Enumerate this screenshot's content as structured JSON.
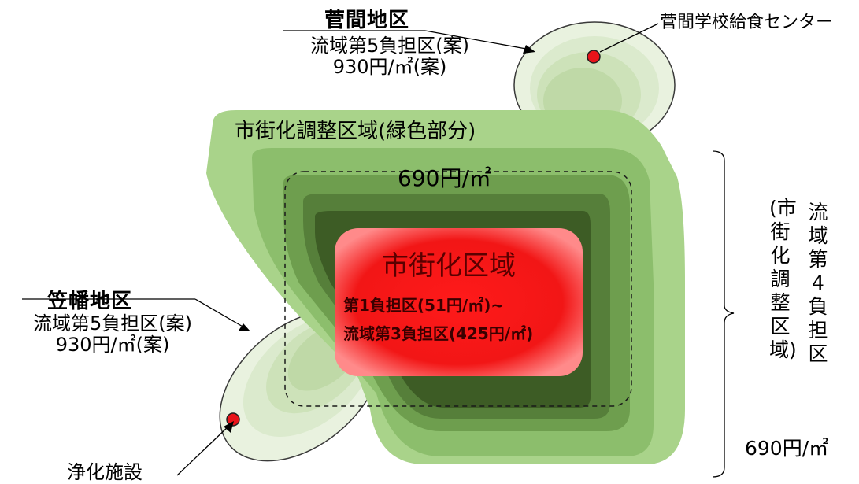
{
  "kanma": {
    "name": "菅間地区",
    "line1": "流域第5負担区(案)",
    "line2": "930円/㎡(案)"
  },
  "school": {
    "name": "菅間学校給食センター"
  },
  "adjustment_label": "市街化調整区域(緑色部分)",
  "inner_price": "690円/㎡",
  "urban": {
    "title": "市街化区域",
    "line1": "第1負担区(51円/㎡)~",
    "line2": "流域第3負担区(425円/㎡)"
  },
  "kasahata": {
    "name": "笠幡地区",
    "line1": "流域第5負担区(案)",
    "line2": "930円/㎡(案)"
  },
  "facility": {
    "name": "浄化施設"
  },
  "right_zone": {
    "col1": "流域第4負担区",
    "col2": "(市街化調整区域)",
    "price": "690円/㎡"
  },
  "colors": {
    "urban_red": "#e8141a",
    "green_outer": "#9fd07c",
    "green_dark": "#3b5a20",
    "pale_green": "#e6f0dc",
    "marker": "#e8141a"
  }
}
